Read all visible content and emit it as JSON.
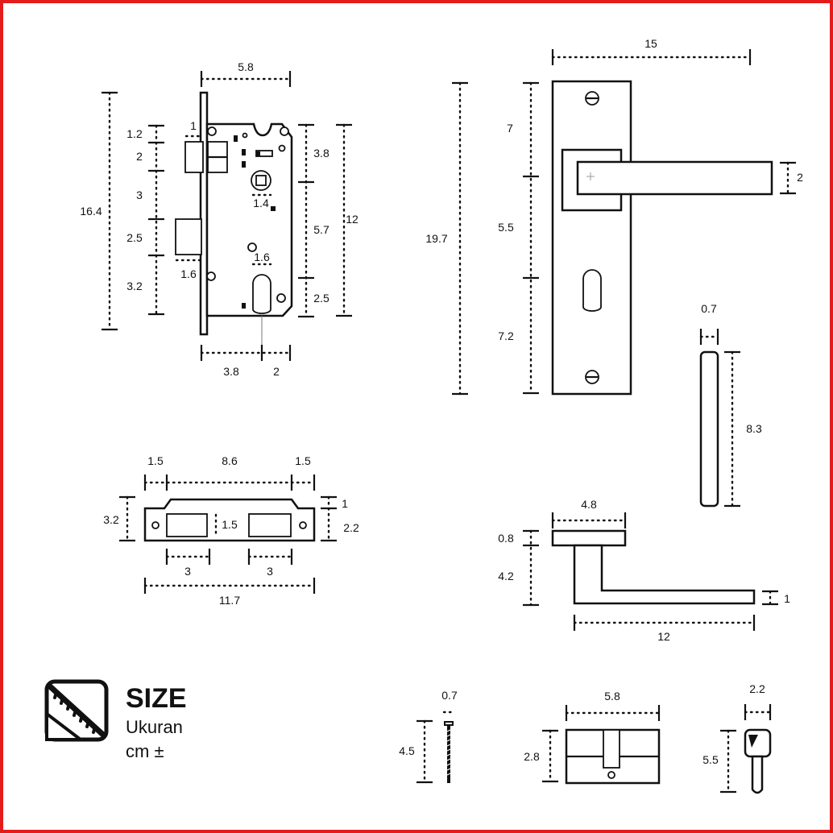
{
  "mortise_lock": {
    "width_top": "5.8",
    "total_height": "16.4",
    "seg_1": "1.2",
    "seg_2": "2",
    "seg_3": "3",
    "seg_4": "2.5",
    "seg_5": "3.2",
    "latch_offset": "1",
    "deadbolt_offset": "1.6",
    "spindle": "1.4",
    "cylinder_hole": "1.6",
    "right_1": "3.8",
    "right_2": "5.7",
    "right_3": "2.5",
    "right_total": "12",
    "bottom_1": "3.8",
    "bottom_2": "2"
  },
  "handle_plate": {
    "width": "15",
    "total_height": "19.7",
    "seg_top": "7",
    "seg_mid": "5.5",
    "seg_bottom": "7.2",
    "lever_thickness": "2"
  },
  "strike_plate": {
    "left_edge": "1.5",
    "center": "8.6",
    "right_edge": "1.5",
    "height": "3.2",
    "inner_offset": "1",
    "inner_height": "2.2",
    "slot_height": "1.5",
    "slot_1": "3",
    "slot_2": "3",
    "total_width": "11.7"
  },
  "spindle_bar": {
    "thickness": "0.7",
    "length": "8.3"
  },
  "lever_side": {
    "rose_width": "4.8",
    "rose_thickness": "0.8",
    "lever_depth": "4.2",
    "lever_tip": "1",
    "lever_length": "12"
  },
  "screw": {
    "diameter": "0.7",
    "length": "4.5"
  },
  "cylinder": {
    "length": "5.8",
    "height": "2.8"
  },
  "key": {
    "width": "2.2",
    "length": "5.5"
  },
  "size_block": {
    "icon": "ruler-icon",
    "title": "SIZE",
    "subtitle": "Ukuran",
    "unit": "cm ±"
  },
  "colors": {
    "frame": "#e41b1b",
    "ink": "#111111"
  }
}
